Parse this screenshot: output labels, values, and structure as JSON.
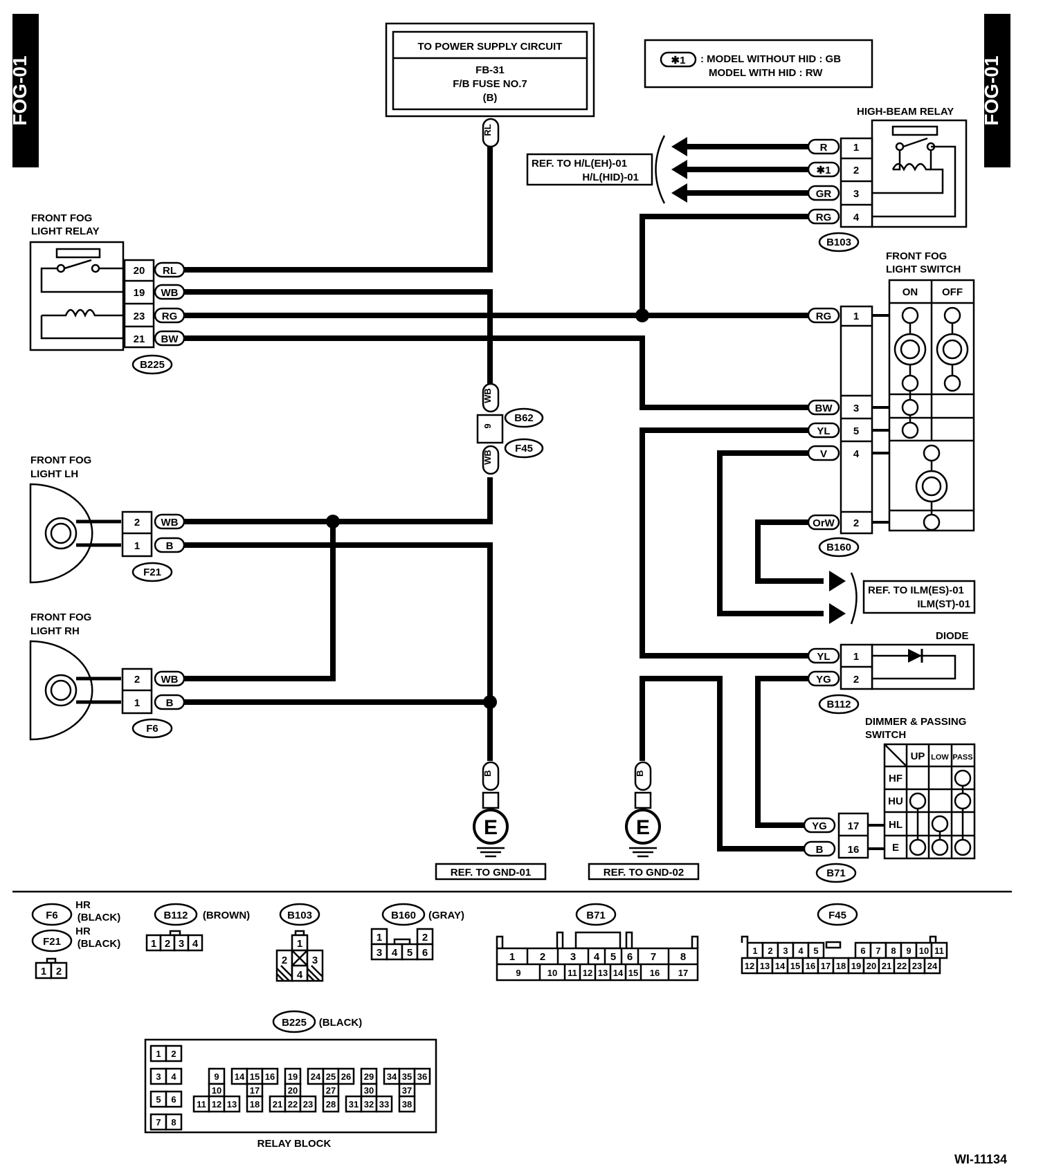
{
  "page": {
    "side_tab_left": "FOG-01",
    "side_tab_right": "FOG-01",
    "figure_id": "WI-11134"
  },
  "power_supply": {
    "header": "TO POWER SUPPLY CIRCUIT",
    "line1": "FB-31",
    "line2": "F/B FUSE NO.7",
    "line3": "(B)",
    "wire": "RL"
  },
  "legend": {
    "marker": "✱1",
    "row1": ":  MODEL WITHOUT HID  : GB",
    "row2": "MODEL WITH HID         : RW"
  },
  "high_beam_relay": {
    "title": "HIGH-BEAM RELAY",
    "connector": "B103",
    "pins": [
      {
        "wire": "R",
        "pin": "1"
      },
      {
        "wire": "✱1",
        "pin": "2"
      },
      {
        "wire": "GR",
        "pin": "3"
      },
      {
        "wire": "RG",
        "pin": "4"
      }
    ]
  },
  "ref_hl": {
    "line1": "REF. TO H/L(EH)-01",
    "line2": "H/L(HID)-01"
  },
  "fog_relay": {
    "title1": "FRONT FOG",
    "title2": "LIGHT RELAY",
    "connector": "B225",
    "pins": [
      {
        "pin": "20",
        "wire": "RL"
      },
      {
        "pin": "19",
        "wire": "WB"
      },
      {
        "pin": "23",
        "wire": "RG"
      },
      {
        "pin": "21",
        "wire": "BW"
      }
    ]
  },
  "fog_switch": {
    "title1": "FRONT FOG",
    "title2": "LIGHT SWITCH",
    "on": "ON",
    "off": "OFF",
    "connector": "B160",
    "pins": [
      {
        "wire": "RG",
        "pin": "1"
      },
      {
        "wire": "BW",
        "pin": "3"
      },
      {
        "wire": "YL",
        "pin": "5"
      },
      {
        "wire": "V",
        "pin": "4"
      },
      {
        "wire": "OrW",
        "pin": "2"
      }
    ]
  },
  "inline_connector": {
    "upper": "B62",
    "lower": "F45",
    "pin": "9",
    "wire_top": "WB",
    "wire_bottom": "WB"
  },
  "fog_lh": {
    "title1": "FRONT FOG",
    "title2": "LIGHT LH",
    "connector": "F21",
    "pins": [
      {
        "pin": "2",
        "wire": "WB"
      },
      {
        "pin": "1",
        "wire": "B"
      }
    ]
  },
  "fog_rh": {
    "title1": "FRONT FOG",
    "title2": "LIGHT RH",
    "connector": "F6",
    "pins": [
      {
        "pin": "2",
        "wire": "WB"
      },
      {
        "pin": "1",
        "wire": "B"
      }
    ]
  },
  "ref_ilm": {
    "line1": "REF. TO ILM(ES)-01",
    "line2": "ILM(ST)-01"
  },
  "diode": {
    "title": "DIODE",
    "connector": "B112",
    "pins": [
      {
        "wire": "YL",
        "pin": "1"
      },
      {
        "wire": "YG",
        "pin": "2"
      }
    ]
  },
  "dimmer": {
    "title1": "DIMMER & PASSING",
    "title2": "SWITCH",
    "cols": [
      "UP",
      "LOW",
      "PASS"
    ],
    "rows": [
      "HF",
      "HU",
      "HL",
      "E"
    ],
    "connector": "B71",
    "pins": [
      {
        "wire": "YG",
        "pin": "17"
      },
      {
        "wire": "B",
        "pin": "16"
      }
    ]
  },
  "grounds": [
    {
      "wire": "B",
      "symbol": "E",
      "ref": "REF. TO GND-01"
    },
    {
      "wire": "B",
      "symbol": "E",
      "ref": "REF. TO GND-02"
    }
  ],
  "connector_views": {
    "f6": {
      "name": "F6",
      "note1": "HR",
      "note2": "(BLACK)"
    },
    "f21": {
      "name": "F21",
      "note1": "HR",
      "note2": "(BLACK)",
      "pins": [
        "1",
        "2"
      ]
    },
    "b112": {
      "name": "B112",
      "color": "(BROWN)",
      "pins": [
        "1",
        "2",
        "3",
        "4"
      ]
    },
    "b103": {
      "name": "B103",
      "pins": [
        "1",
        "2",
        "3",
        "4"
      ]
    },
    "b160": {
      "name": "B160",
      "color": "(GRAY)",
      "pins": [
        "1",
        "2",
        "3",
        "4",
        "5",
        "6"
      ]
    },
    "b71": {
      "name": "B71",
      "top": [
        "1",
        "2",
        "3",
        "4",
        "5",
        "6",
        "7",
        "8"
      ],
      "bottom": [
        "9",
        "10",
        "11",
        "12",
        "13",
        "14",
        "15",
        "16",
        "17"
      ]
    },
    "f45": {
      "name": "F45",
      "top": [
        "1",
        "2",
        "3",
        "4",
        "5",
        "6",
        "7",
        "8",
        "9",
        "10",
        "11"
      ],
      "bottom": [
        "12",
        "13",
        "14",
        "15",
        "16",
        "17",
        "18",
        "19",
        "20",
        "21",
        "22",
        "23",
        "24"
      ]
    },
    "b225": {
      "name": "B225",
      "color": "(BLACK)",
      "caption": "RELAY BLOCK",
      "cells": [
        "1",
        "2",
        "3",
        "4",
        "5",
        "6",
        "7",
        "8",
        "9",
        "10",
        "11",
        "12",
        "13",
        "14",
        "15",
        "16",
        "17",
        "18",
        "19",
        "20",
        "21",
        "22",
        "23",
        "24",
        "25",
        "26",
        "27",
        "28",
        "29",
        "30",
        "31",
        "32",
        "33",
        "34",
        "35",
        "36",
        "37",
        "38"
      ]
    }
  }
}
